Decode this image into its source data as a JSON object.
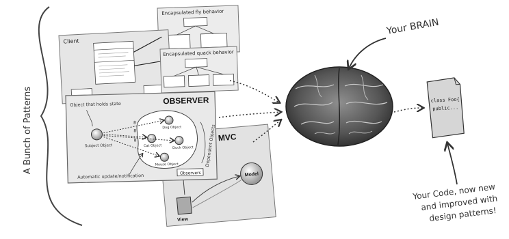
{
  "labels": {
    "side": "A Bunch of Patterns",
    "brain": "Your BRAIN",
    "code_line1": "Your Code, now new",
    "code_line2": "and improved with",
    "code_line3": "design patterns!"
  },
  "panels": {
    "encap_behavior": "Encapsulated fly behavior",
    "encap_quack": "Encapsulated quack behavior",
    "client": "Client",
    "observer": "OBSERVER",
    "mvc": "MVC"
  },
  "observer": {
    "note": "Object that holds state",
    "subject": "Subject Object",
    "auto_update": "Automatic update/notification",
    "dependents": "Dependent Objects",
    "observers_box": "Observers",
    "obj_dog": "Dog Object",
    "obj_cat": "Cat Object",
    "obj_duck": "Duck Object",
    "obj_mouse": "Mouse Object",
    "num_a": "8",
    "num_b": "8",
    "num_c": "8"
  },
  "mvc": {
    "model": "Model",
    "view": "View"
  },
  "code": {
    "line1": "class Foo{",
    "line2": "public..."
  }
}
